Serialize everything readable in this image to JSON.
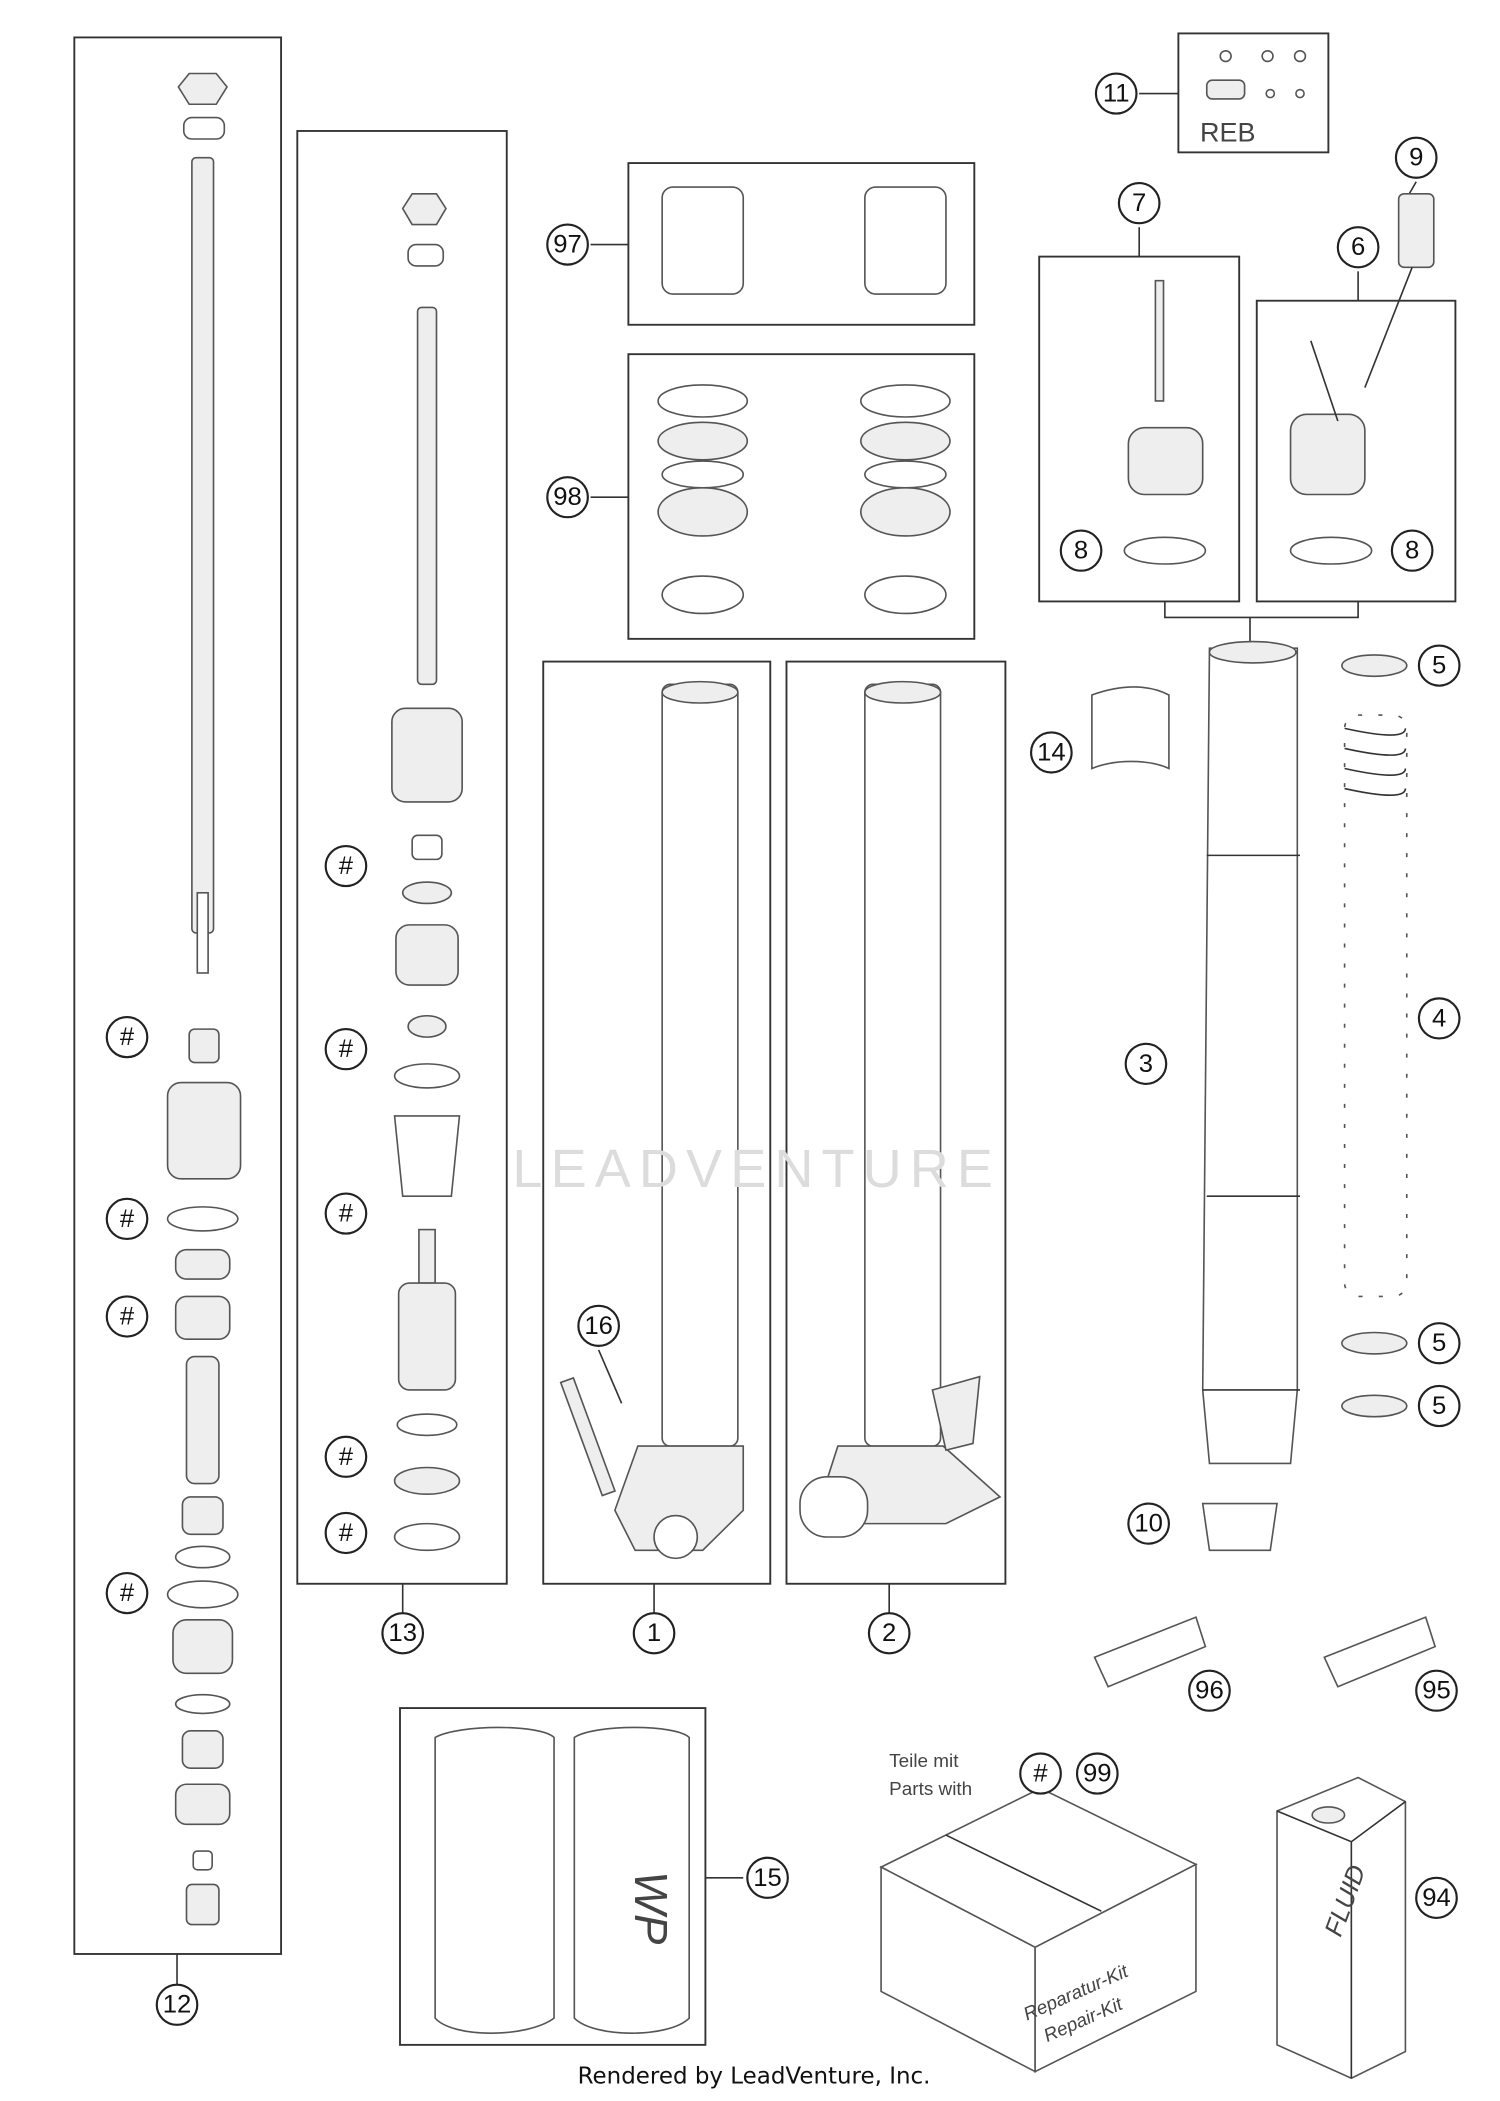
{
  "diagram": {
    "callouts": [
      "1",
      "2",
      "3",
      "4",
      "5",
      "6",
      "7",
      "8",
      "9",
      "10",
      "11",
      "12",
      "13",
      "14",
      "15",
      "16",
      "94",
      "95",
      "96",
      "97",
      "98",
      "99"
    ],
    "hash_symbol": "#",
    "labels": {
      "reb": "REB",
      "teile_mit": "Teile mit",
      "parts_with": "Parts with",
      "repair_kit_de": "Reparatur-Kit",
      "repair_kit_en": "Repair-Kit",
      "fluid": "FLUID",
      "wp_logo": "WP"
    },
    "watermark": "LEADVENTURE",
    "caption": "Rendered by LeadVenture, Inc."
  }
}
